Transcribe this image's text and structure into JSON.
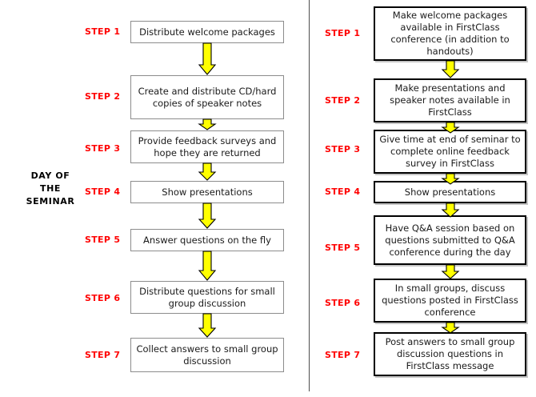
{
  "meta": {
    "title": "Day of the Seminar process comparison flowchart",
    "accent_red": "#ff0000",
    "arrow_fill": "#ffff00",
    "arrow_stroke": "#000000",
    "left_box_border": "#8c8c8c",
    "right_box_border": "#000000",
    "divider_color": "#4d4d4d"
  },
  "side_caption": {
    "line1": "DAY OF",
    "line2": "THE",
    "line3": "SEMINAR"
  },
  "left_column": {
    "steps": [
      {
        "label": "STEP 1",
        "text": "Distribute welcome packages"
      },
      {
        "label": "STEP 2",
        "text": "Create and distribute CD/hard copies of speaker notes"
      },
      {
        "label": "STEP 3",
        "text": "Provide feedback surveys and hope they are returned"
      },
      {
        "label": "STEP 4",
        "text": "Show presentations"
      },
      {
        "label": "STEP 5",
        "text": "Answer questions on the fly"
      },
      {
        "label": "STEP 6",
        "text": "Distribute questions for small group discussion"
      },
      {
        "label": "STEP 7",
        "text": "Collect answers to small group discussion"
      }
    ]
  },
  "right_column": {
    "steps": [
      {
        "label": "STEP 1",
        "text": "Make welcome packages available in FirstClass conference (in addition to handouts)"
      },
      {
        "label": "STEP 2",
        "text": "Make presentations and speaker notes available in FirstClass"
      },
      {
        "label": "STEP 3",
        "text": "Give time at end of seminar to complete online feedback survey in FirstClass"
      },
      {
        "label": "STEP 4",
        "text": "Show presentations"
      },
      {
        "label": "STEP 5",
        "text": "Have Q&A session based on questions submitted to Q&A conference during the day"
      },
      {
        "label": "STEP 6",
        "text": "In small groups, discuss questions posted in FirstClass conference"
      },
      {
        "label": "STEP 7",
        "text": "Post answers to small group discussion questions in FirstClass message"
      }
    ]
  },
  "icons": {
    "arrow": "down-arrow-icon"
  }
}
